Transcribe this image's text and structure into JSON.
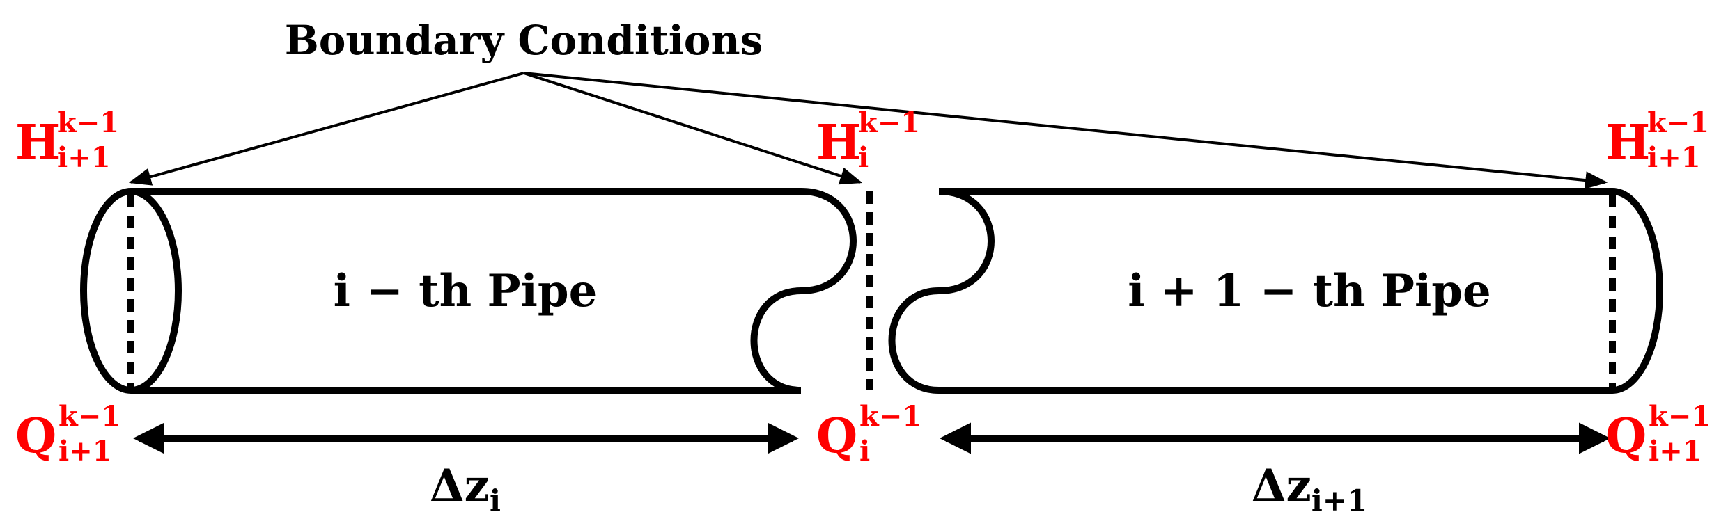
{
  "title": "Boundary Conditions",
  "pipes": [
    {
      "label": "i − th Pipe",
      "length_base": "Δz",
      "length_sub": "i"
    },
    {
      "label": "i + 1 − th Pipe",
      "length_base": "Δz",
      "length_sub": "i+1"
    }
  ],
  "head_labels": [
    {
      "base": "H",
      "sup": "k−1",
      "sub": "i+1"
    },
    {
      "base": "H",
      "sup": "k−1",
      "sub": "i"
    },
    {
      "base": "H",
      "sup": "k−1",
      "sub": "i+1"
    }
  ],
  "flow_labels": [
    {
      "base": "Q",
      "sup": "k−1",
      "sub": "i+1"
    },
    {
      "base": "Q",
      "sup": "k−1",
      "sub": "i"
    },
    {
      "base": "Q",
      "sup": "k−1",
      "sub": "i+1"
    }
  ],
  "colors": {
    "line": "#000000",
    "label_red": "#ff0000"
  }
}
